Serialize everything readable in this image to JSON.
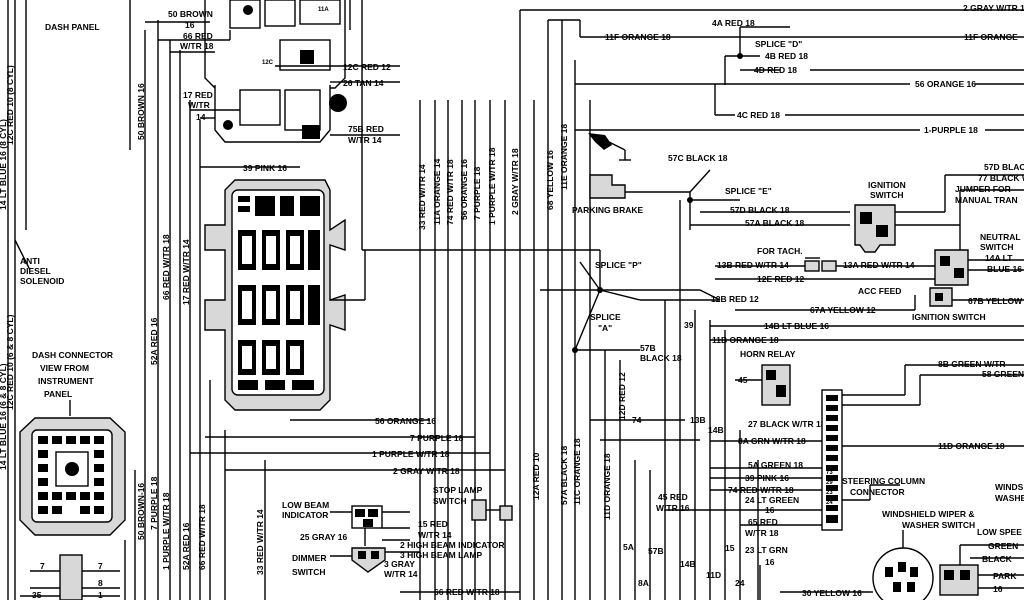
{
  "labels": {
    "dash_panel": "DASH PANEL",
    "brown_50": "50 BROWN",
    "brown_16": "16",
    "red_66": "66 RED",
    "wtr_18a": "W/TR 18",
    "red_12c": "12C RED 12",
    "tan_26": "26 TAN 14",
    "red_17": "17 RED",
    "wtr_17": "W/TR",
    "n14": "14",
    "red_75b": "75B RED",
    "wtr_75b": "W/TR 14",
    "pink_39": "39 PINK 16",
    "orange_11f_top": "11F ORANGE 18",
    "red_4a": "4A RED 18",
    "splice_d": "SPLICE \"D\"",
    "red_4b": "4B RED 18",
    "red_4d": "4D RED 18",
    "gray_2_top": "2 GRAY W/TR 18",
    "orange_11f_right": "11F ORANGE",
    "orange_56_right": "56 ORANGE 16",
    "red_4c": "4C RED 18",
    "purple_1_right": "1-PURPLE 18",
    "black_57c": "57C BLACK 18",
    "splice_e": "SPLICE \"E\"",
    "parking_brake": "PARKING BRAKE",
    "black_57d": "57D BLACK 18",
    "black_57a": "57A BLACK 18",
    "black_57d_r": "57D BLAC",
    "black_77": "77 BLACK W",
    "jumper_for": "JUMPER FOR",
    "manual_trans": "MANUAL TRAN",
    "ignition_switch_top": "IGNITION",
    "ignition_switch_top2": "SWITCH",
    "splice_p": "SPLICE \"P\"",
    "for_tach": "FOR TACH.",
    "red_13b": "13B RED W/TR 14",
    "red_13a": "13A RED W/TR 14",
    "red_12e": "12E RED 12",
    "red_12b": "12B RED 12",
    "acc_feed": "ACC FEED",
    "yellow_67a": "67A YELLOW 12",
    "yellow_67b": "67B YELLOW",
    "ignition_switch_bottom": "IGNITION SWITCH",
    "neutral": "NEUTRAL",
    "switch_n": "SWITCH",
    "red_14a": "14A LT",
    "blue_16": "BLUE 16",
    "splice_a": "SPLICE",
    "splice_a2": "\"A\"",
    "n39": "39",
    "blue_14b": "14B LT BLUE 16",
    "orange_11b": "11B ORANGE 18",
    "black_57b": "57B",
    "black_57b2": "BLACK 18",
    "horn_relay": "HORN RELAY",
    "n45": "45",
    "black_27": "27 BLACK W/TR 18",
    "green_8b": "8B GREEN W/TR",
    "green_58": "58 GREEN",
    "green_8a": "8A GRN W/TR 18",
    "orange_11d_r": "11D ORANGE 18",
    "green_5a": "5A GREEN 18",
    "pink_39b": "39 PINK 16",
    "red_74": "74 RED W/TR 18",
    "red_45": "45 RED",
    "wtr_45": "W/TR 16",
    "lt_green_24": "24 LT GREEN",
    "n16": "16",
    "red_65": "65 RED",
    "wtr_65": "W/TR 18",
    "lt_grn_23": "23 LT GRN",
    "n16b": "16",
    "yellow_30": "30 YELLOW 16",
    "steering_column": "STEERING COLUMN",
    "connector": "CONNECTOR",
    "wiper": "WINDSHIELD WIPER &",
    "washer_switch": "WASHER SWITCH",
    "winds": "WINDS",
    "washe": "WASHE",
    "low_speed": "LOW SPEE",
    "green_r": "GREEN",
    "black_r": "BLACK",
    "park": "PARK",
    "n16c": "16",
    "v_orange_56": "56 ORANGE 16",
    "v_purple_7": "7 PURPLE 18",
    "v_purple_1": "1 PURPLE W/TR 18",
    "v_gray_2": "2 GRAY W/TR 18",
    "v_red_33": "33 RED W/TR 14",
    "v_orange_11a": "11A ORANGE 14",
    "v_red_74": "74 RED W/TR 18",
    "v_yellow_68": "68 YELLOW 16",
    "v_orange_11e": "11E ORANGE 18",
    "v_brown_50": "50 BROWN 16",
    "v_red_66": "66 RED W/TR 18",
    "v_red_17": "17 RED W/TR 14",
    "v_red_52a": "52A RED 16",
    "anti_diesel": "ANTI",
    "anti_diesel2": "DIESEL",
    "anti_diesel3": "SOLENOID",
    "dash_connector": "DASH CONNECTOR",
    "view_from": "VIEW FROM",
    "instrument": "INSTRUMENT",
    "panel": "PANEL",
    "h_orange_56": "56 ORANGE 16",
    "h_purple_7": "7 PURPLE 18",
    "h_purple_1": "1 PURPLE W/TR 18",
    "h_gray_2": "2 GRAY W/TR 18",
    "n74": "74",
    "n13b": "13B",
    "n14b": "14B",
    "v_red_12a": "12A RED 10",
    "v_black_57a": "57A BLACK 18",
    "v_orange_11c": "11C ORANGE 18",
    "v_orange_11d": "11D ORANGE 18",
    "v_red_12d": "12D RED 12",
    "v_red_33b": "33 RED W/TR 14",
    "v_red_52a_b": "52A RED 16",
    "v_red_66_b": "66 RED W/TR 18",
    "v_purple_1_b": "1 PURPLE W/TR 18",
    "v_purple_7_b": "7 PURPLE 18",
    "v_brown_50_b": "50 BROWN-16",
    "low_beam": "LOW BEAM",
    "indicator": "INDICATOR",
    "gray_25": "25 GRAY 16",
    "dimmer": "DIMMER",
    "switch_d": "SWITCH",
    "stop_lamp": "STOP LAMP",
    "switch_s": "SWITCH",
    "red_15": "15 RED",
    "wtr_15": "W/TR 14",
    "high_beam_ind": "2 HIGH BEAM INDICATOR",
    "high_beam_lamp": "3 HIGH BEAM LAMP",
    "gray_3": "3 GRAY",
    "wtr_3": "W/TR 14",
    "red_66_bot": "66 RED W/TR 18",
    "n5a": "5A",
    "n57b": "57B",
    "n8a": "8A",
    "n14b_bot": "14B",
    "n11d": "11D",
    "n15": "15",
    "n24": "24",
    "n7": "7",
    "n7b": "7",
    "n8": "8",
    "n35": "35",
    "n1": "1",
    "left_v1": "14 LT BLUE 16 (8 CYL)",
    "left_v2": "12C RED 10 (8 CYL)",
    "left_v3": "14 LT BLUE 16 (6 & 8 CYL)",
    "left_v4": "12C RED 10 (6 & 8 CYL)",
    "n75": "75B",
    "n_pins_a": "25",
    "n_pins_b": "72",
    "n_pins_c": "15",
    "pin_73": "73",
    "pin_29": "29",
    "pin_23": "23",
    "pin_24": "24",
    "pin_65": "65"
  }
}
